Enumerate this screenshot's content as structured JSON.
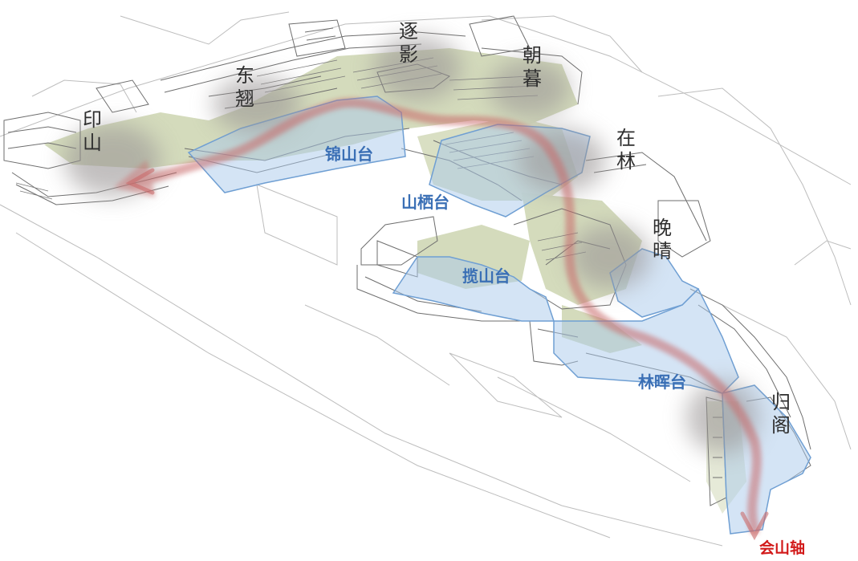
{
  "scenes": [
    {
      "id": "yinshan",
      "chars": [
        "印",
        "山"
      ]
    },
    {
      "id": "dongqiao",
      "chars": [
        "东",
        "翘"
      ]
    },
    {
      "id": "zhuying",
      "chars": [
        "逐",
        "影"
      ]
    },
    {
      "id": "zhaomu",
      "chars": [
        "朝",
        "暮"
      ]
    },
    {
      "id": "zailin",
      "chars": [
        "在",
        "林"
      ]
    },
    {
      "id": "wanqing",
      "chars": [
        "晚",
        "晴"
      ]
    },
    {
      "id": "guige",
      "chars": [
        "归",
        "阁"
      ]
    }
  ],
  "platforms": [
    {
      "id": "jinshantai",
      "label": "锦山台"
    },
    {
      "id": "shanqitai",
      "label": "山栖台"
    },
    {
      "id": "lanshantai",
      "label": "揽山台"
    },
    {
      "id": "linhuitai",
      "label": "林晖台"
    }
  ],
  "axis_label": "会山轴",
  "colors": {
    "platform_fill": "#a9c9ec",
    "platform_stroke": "#6f9fd3",
    "platform_text": "#3a6fb5",
    "path": "#c96a6a",
    "axis_text": "#d21a1a",
    "ink": "#9a9595",
    "sketch": "#777777",
    "terrace": "#c6cfa6"
  }
}
